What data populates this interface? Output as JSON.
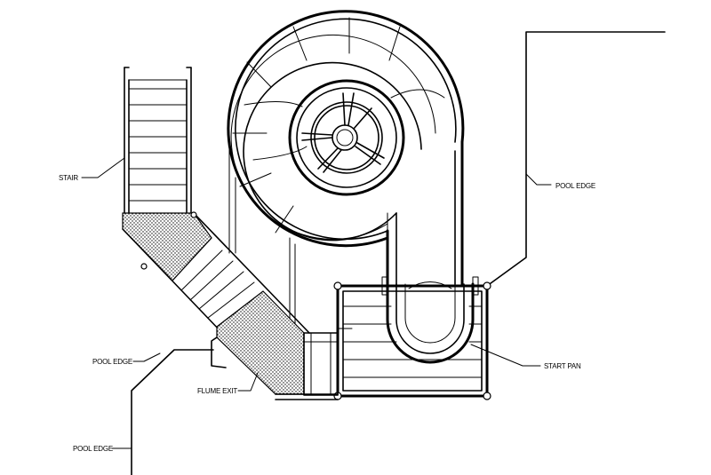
{
  "labels": {
    "stair": "STAIR",
    "pool_edge_right": "POOL EDGE",
    "pool_edge_left_upper": "POOL EDGE",
    "pool_edge_left_lower": "POOL EDGE",
    "flume_exit": "FLUME EXIT",
    "start_pan": "START PAN"
  },
  "colors": {
    "line": "#000000",
    "background": "#ffffff",
    "stipple": "#000000"
  }
}
